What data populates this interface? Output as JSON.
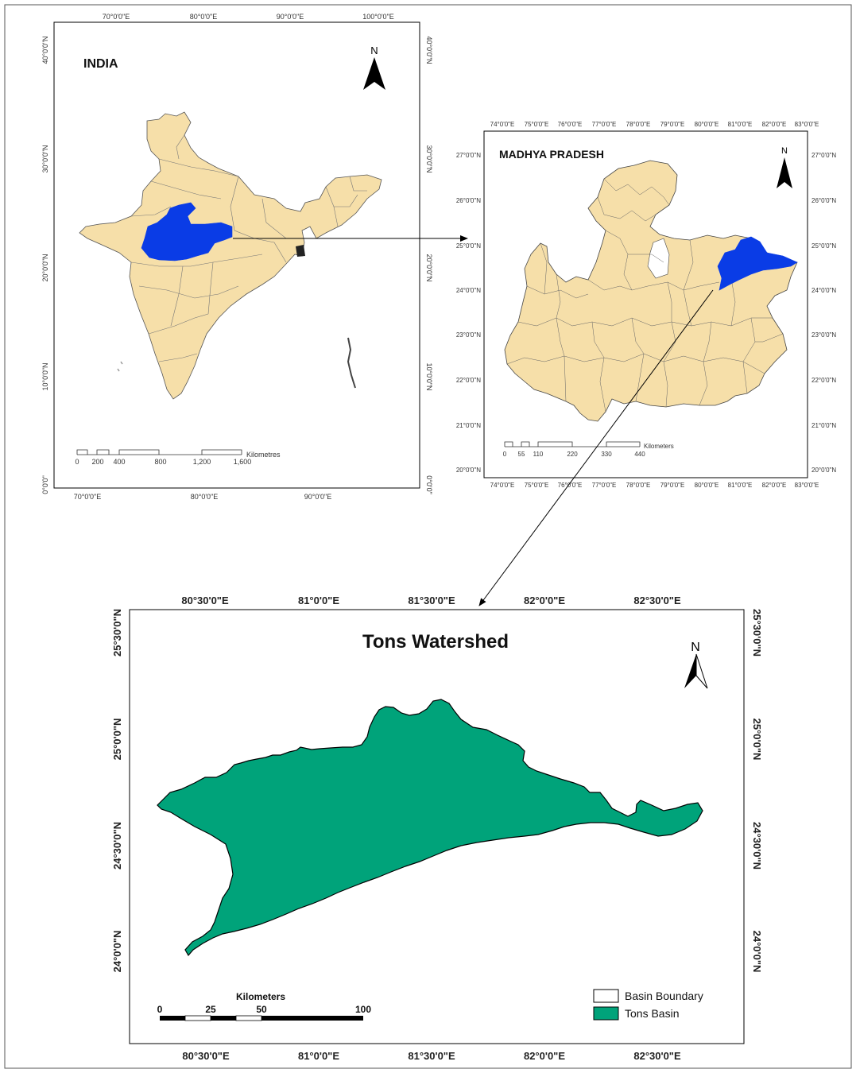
{
  "colors": {
    "land": "#f6dfa9",
    "highlight": "#0a3ce6",
    "basin": "#00a37a",
    "frame": "#000000"
  },
  "india_map": {
    "title": "INDIA",
    "north_label": "N",
    "lon_ticks_top": [
      "70°0'0\"E",
      "80°0'0\"E",
      "90°0'0\"E",
      "100°0'0\"E"
    ],
    "lon_ticks_bottom": [
      "70°0'0\"E",
      "80°0'0\"E",
      "90°0'0\"E"
    ],
    "lat_ticks_left": [
      "40°0'0\"N",
      "30°0'0\"N",
      "20°0'0\"N",
      "10°0'0\"N",
      "0°0'0\""
    ],
    "lat_ticks_right": [
      "40°0'0\"N",
      "30°0'0\"N",
      "20°0'0\"N",
      "10°0'0\"N",
      "0°0'0\""
    ],
    "scale_labels": [
      "0",
      "200",
      "400",
      "800",
      "1,200",
      "1,600"
    ],
    "scale_unit": "Kilometres"
  },
  "mp_map": {
    "title": "MADHYA PRADESH",
    "north_label": "N",
    "lon_ticks": [
      "74°0'0\"E",
      "75°0'0\"E",
      "76°0'0\"E",
      "77°0'0\"E",
      "78°0'0\"E",
      "79°0'0\"E",
      "80°0'0\"E",
      "81°0'0\"E",
      "82°0'0\"E",
      "83°0'0\"E"
    ],
    "lat_ticks": [
      "27°0'0\"N",
      "26°0'0\"N",
      "25°0'0\"N",
      "24°0'0\"N",
      "23°0'0\"N",
      "22°0'0\"N",
      "21°0'0\"N",
      "20°0'0\"N"
    ],
    "scale_labels": [
      "0",
      "55",
      "110",
      "220",
      "330",
      "440"
    ],
    "scale_unit": "Kilometers"
  },
  "tons_map": {
    "title": "Tons Watershed",
    "north_label": "N",
    "lon_ticks": [
      "80°30'0\"E",
      "81°0'0\"E",
      "81°30'0\"E",
      "82°0'0\"E",
      "82°30'0\"E"
    ],
    "lat_ticks": [
      "25°30'0\"N",
      "25°0'0\"N",
      "24°30'0\"N",
      "24°0'0\"N"
    ],
    "scale_unit": "Kilometers",
    "scale_labels": [
      "0",
      "25",
      "50",
      "100"
    ],
    "legend": [
      {
        "label": "Basin Boundary",
        "swatch": "#ffffff"
      },
      {
        "label": "Tons Basin",
        "swatch": "#00a37a"
      }
    ]
  }
}
